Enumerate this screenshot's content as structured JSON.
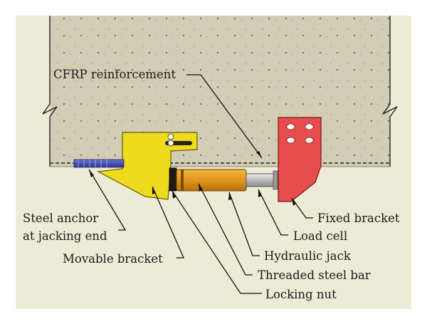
{
  "labels": {
    "cfrp": "CFRP reinforcement",
    "steel_anchor_line1": "Steel anchor",
    "steel_anchor_line2": "at jacking end",
    "movable_bracket": "Movable bracket",
    "fixed_bracket": "Fixed bracket",
    "load_cell": "Load cell",
    "hydraulic_jack": "Hydraulic jack",
    "threaded_steel_bar": "Threaded steel bar",
    "locking_nut": "Locking nut"
  },
  "colors": {
    "background_panel": "#ecebd6",
    "concrete": "#d2cdb4",
    "movable_bracket": "#eedb20",
    "fixed_bracket": "#e84d4d",
    "steel_anchor": "#3c47a8",
    "hydraulic_jack": "#e0951c",
    "threaded_bar": "#2a2418",
    "load_cell": "#c8c8c8"
  }
}
